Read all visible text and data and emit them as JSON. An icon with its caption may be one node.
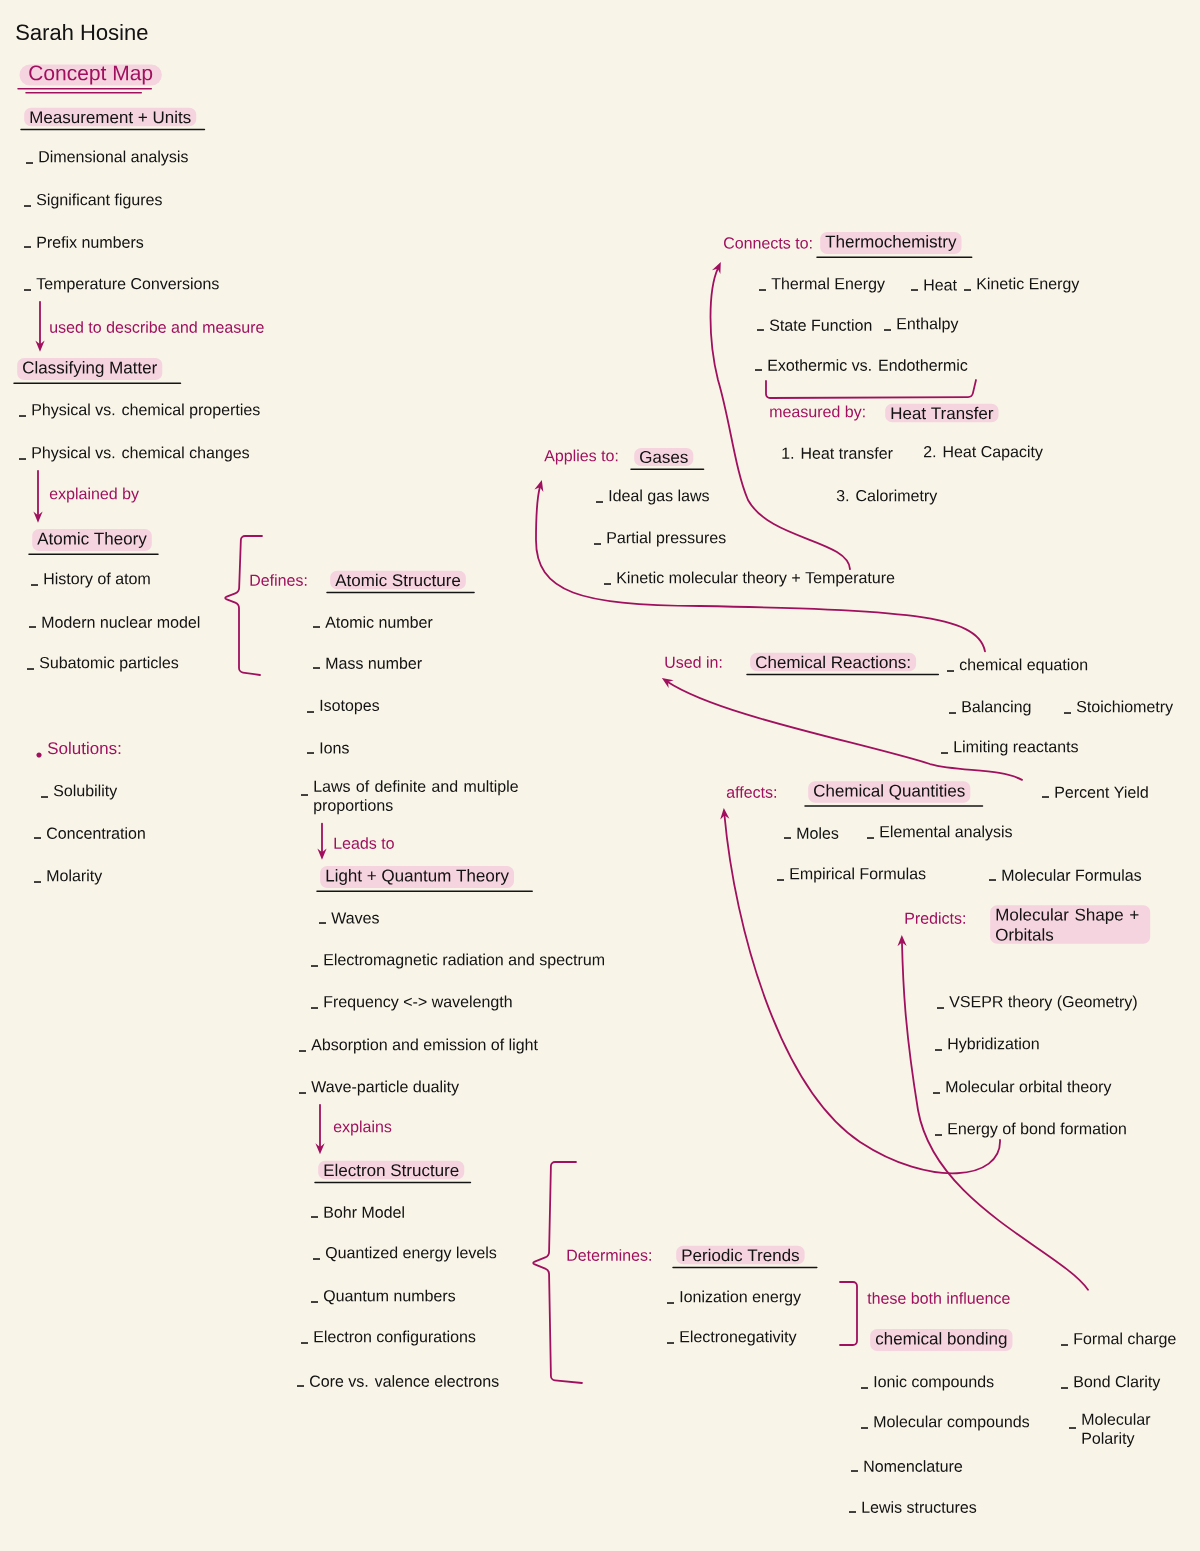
{
  "diagram": {
    "title": "Concept Map",
    "nodes": [
      {
        "text": [
          "Measurement + Units",
          "Dimensional analysis",
          "Significant figures",
          "Prefix numbers",
          "Temperature Conversions"
        ]
      },
      {
        "text": [
          "Classifying Matter",
          "Physical vs. chemical properties",
          "Physical vs. chemical changes"
        ]
      },
      {
        "text": [
          "Atomic Theory",
          "History of atom",
          "Modern nuclear model",
          "Subatomic particles"
        ]
      },
      {
        "text": [
          "Defines:",
          "Atomic Structure",
          "Atomic number",
          "Mass number",
          "Isotopes",
          "Ions",
          "Laws of definite and multiple proportions"
        ]
      },
      {
        "text": [
          "Light + Quantum Theory",
          "Waves",
          "Electromagnetic radiation and spectrum",
          "Frequency <-> wavelength",
          "Absorption and emission of light",
          "Wave-particle duality"
        ]
      },
      {
        "text": [
          "Electron Structure",
          "Bohr Model",
          "Quantized energy levels",
          "Quantum numbers",
          "Electron configurations",
          "Core vs. valence electrons"
        ]
      },
      {
        "text": [
          "Determines:",
          "Periodic Trends",
          "Ionization energy",
          "Electronegativity"
        ]
      },
      {
        "text": [
          "these both influence",
          "chemical bonding",
          "Ionic compounds",
          "Molecular compounds",
          "Nomenclature",
          "Lewis structures",
          "Formal charge",
          "Bond Clarity",
          "Molecular Polarity"
        ]
      },
      {
        "text": [
          "Predicts:",
          "Molecular Shape + Orbitals",
          "VSEPR theory (Geometry)",
          "Hybridization",
          "Molecular orbital theory",
          "Energy of bond formation"
        ]
      },
      {
        "text": [
          "affects:",
          "Chemical Quantities",
          "Percent Yield",
          "Moles",
          "Elemental analysis",
          "Empirical Formulas",
          "Molecular Formulas"
        ]
      },
      {
        "text": [
          "Used in:",
          "Chemical Reactions:",
          "chemical equation",
          "Balancing",
          "Stoichiometry",
          "Limiting reactants"
        ]
      },
      {
        "text": [
          "Applies to:",
          "Gases",
          "Ideal gas laws",
          "Partial pressures"
        ]
      },
      {
        "text": [
          "Kinetic molecular theory + Temperature"
        ]
      },
      {
        "text": [
          "Connects to:",
          "Thermochemistry",
          "Thermal Energy",
          "Heat",
          "Kinetic Energy",
          "State Function",
          "Enthalpy",
          "Exothermic vs. Endothermic"
        ]
      },
      {
        "text": [
          "measured by:",
          "Heat Transfer",
          "1. Heat transfer",
          "2. Heat Capacity",
          "3. Calorimetry"
        ]
      }
    ],
    "edges": [
      {
        "from": 0,
        "to": 1,
        "arrow": "to",
        "label": "used to describe and measure"
      },
      {
        "from": 1,
        "to": 2,
        "arrow": "to",
        "label": "explained by"
      },
      {
        "from": 3,
        "to": 4,
        "arrow": "to",
        "label": "Leads to"
      },
      {
        "from": 4,
        "to": 5,
        "arrow": "to",
        "label": "explains"
      },
      {
        "from": 7,
        "to": 8,
        "arrow": "to"
      },
      {
        "from": 8,
        "to": 9,
        "arrow": "to"
      },
      {
        "from": 9,
        "to": 10,
        "arrow": "to"
      },
      {
        "from": 10,
        "to": 11,
        "arrow": "to"
      },
      {
        "from": 12,
        "to": 13,
        "arrow": "to"
      }
    ],
    "labels": [
      "Sarah Hosine",
      "Solutions:",
      "Solubility",
      "Concentration",
      "Molarity"
    ]
  }
}
